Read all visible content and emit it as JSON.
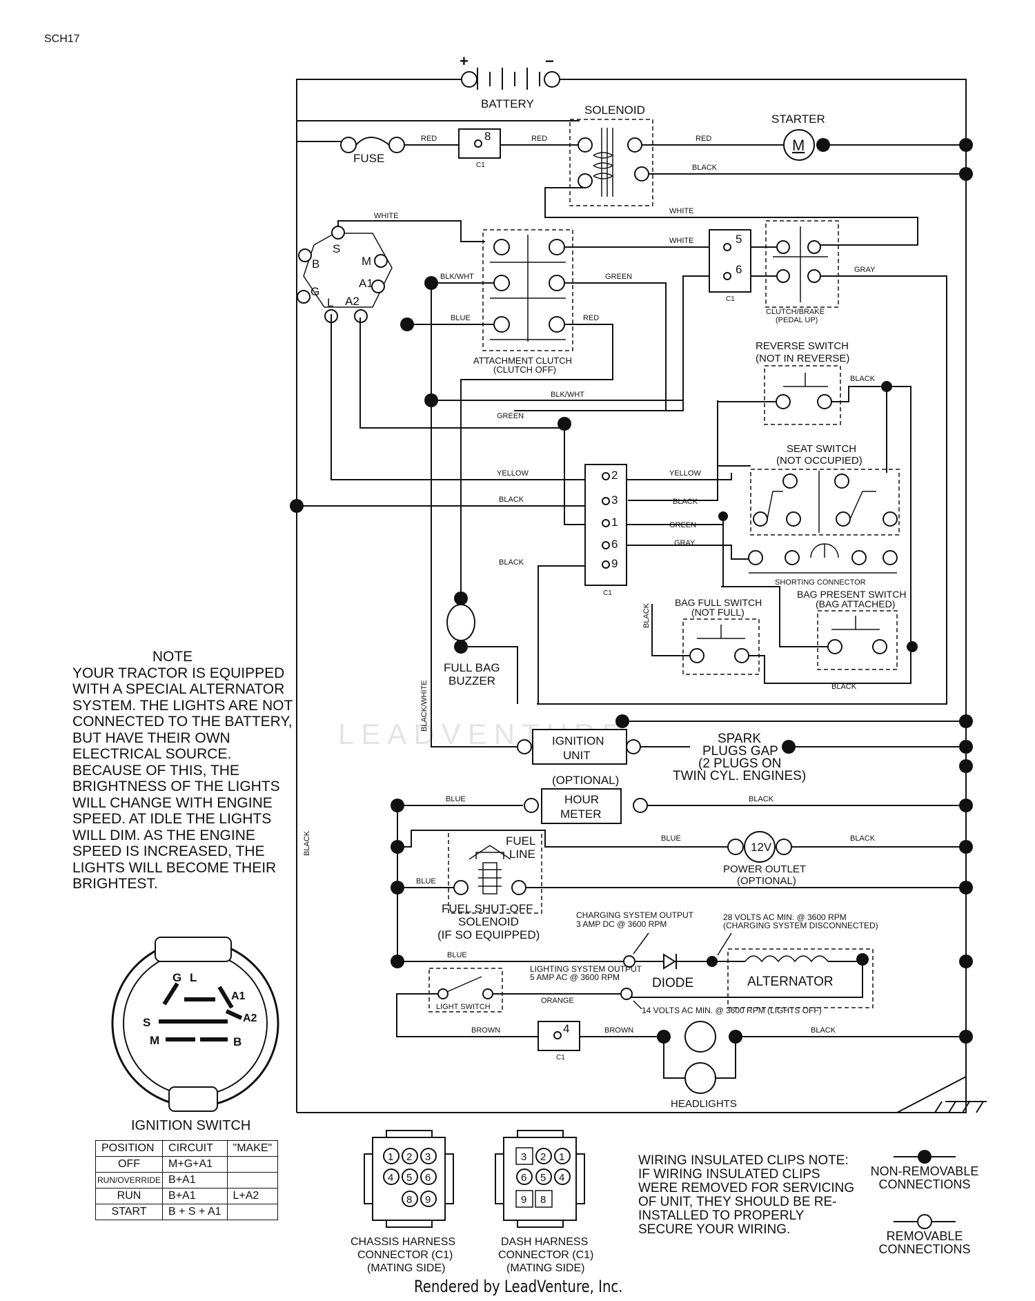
{
  "doc_id": "SCH17",
  "footer": "Rendered by LeadVenture, Inc.",
  "watermark": "LEADVENTURE",
  "components": {
    "battery": "BATTERY",
    "solenoid": "SOLENOID",
    "starter": "STARTER",
    "starter_symbol": "M",
    "fuse": "FUSE",
    "attachment_clutch": [
      "ATTACHMENT CLUTCH",
      "(CLUTCH OFF)"
    ],
    "clutch_brake": [
      "CLUTCH/BRAKE",
      "(PEDAL UP)"
    ],
    "reverse_switch": [
      "REVERSE SWITCH",
      "(NOT IN REVERSE)"
    ],
    "seat_switch": [
      "SEAT SWITCH",
      "(NOT OCCUPIED)"
    ],
    "shorting_connector": "SHORTING CONNECTOR",
    "bag_full_switch": [
      "BAG FULL SWITCH",
      "(NOT FULL)"
    ],
    "bag_present_switch": [
      "BAG PRESENT SWITCH",
      "(BAG ATTACHED)"
    ],
    "full_bag_buzzer": [
      "FULL BAG",
      "BUZZER"
    ],
    "ignition_unit": [
      "IGNITION",
      "UNIT"
    ],
    "spark_plugs": [
      "SPARK",
      "PLUGS GAP",
      "(2 PLUGS ON",
      "TWIN CYL. ENGINES)"
    ],
    "hour_meter": [
      "(OPTIONAL)",
      "HOUR",
      "METER"
    ],
    "fuel_line": [
      "FUEL",
      "LINE"
    ],
    "fuel_shutoff": [
      "FUEL SHUT-OFF",
      "SOLENOID",
      "(IF SO EQUIPPED)"
    ],
    "power_outlet": [
      "POWER OUTLET",
      "(OPTIONAL)"
    ],
    "power_outlet_symbol": "12V",
    "charging_output": [
      "CHARGING SYSTEM OUTPUT",
      "3 AMP DC @ 3600 RPM"
    ],
    "ac_28": [
      "28 VOLTS AC MIN. @ 3600 RPM",
      "(CHARGING SYSTEM DISCONNECTED)"
    ],
    "lighting_output": [
      "LIGHTING SYSTEM OUTPUT",
      "5 AMP AC @ 3600 RPM"
    ],
    "ac_14": "14 VOLTS AC MIN. @ 3600 RPM (LIGHTS OFF)",
    "diode": "DIODE",
    "alternator": "ALTERNATOR",
    "light_switch": "LIGHT SWITCH",
    "headlights": "HEADLIGHTS",
    "connector_c1": "C1"
  },
  "wire_labels": {
    "red": "RED",
    "black": "BLACK",
    "white": "WHITE",
    "green": "GREEN",
    "gray": "GRAY",
    "blue": "BLUE",
    "blkwht": "BLK/WHT",
    "yellow": "YELLOW",
    "orange": "ORANGE",
    "brown": "BROWN",
    "black_white": "BLACK/WHITE"
  },
  "ignition_terminals": [
    "S",
    "M",
    "A1",
    "A2",
    "L",
    "G",
    "B"
  ],
  "c1_pins": [
    "8",
    "5",
    "6",
    "2",
    "3",
    "1",
    "6",
    "9",
    "4"
  ],
  "note": {
    "title": "NOTE",
    "body": "YOUR TRACTOR IS EQUIPPED WITH A SPECIAL ALTERNATOR SYSTEM. THE LIGHTS ARE NOT CONNECTED TO THE BATTERY, BUT HAVE THEIR OWN ELECTRICAL SOURCE. BECAUSE OF THIS, THE BRIGHTNESS OF THE LIGHTS WILL CHANGE WITH ENGINE SPEED. AT IDLE THE LIGHTS WILL DIM. AS THE ENGINE SPEED IS INCREASED, THE LIGHTS WILL BECOME THEIR BRIGHTEST."
  },
  "ignition_switch": {
    "title": "IGNITION SWITCH",
    "face_labels": [
      "G",
      "L",
      "A1",
      "S",
      "A2",
      "M",
      "B"
    ],
    "headers": [
      "POSITION",
      "CIRCUIT",
      "\"MAKE\""
    ],
    "rows": [
      [
        "OFF",
        "M+G+A1",
        ""
      ],
      [
        "RUN/OVERRIDE",
        "B+A1",
        ""
      ],
      [
        "RUN",
        "B+A1",
        "L+A2"
      ],
      [
        "START",
        "B + S + A1",
        ""
      ]
    ]
  },
  "chassis_connector": {
    "label": [
      "CHASSIS HARNESS",
      "CONNECTOR (C1)",
      "(MATING SIDE)"
    ],
    "pins": [
      "1",
      "2",
      "3",
      "4",
      "5",
      "6",
      "8",
      "9"
    ]
  },
  "dash_connector": {
    "label": [
      "DASH HARNESS",
      "CONNECTOR (C1)",
      "(MATING SIDE)"
    ],
    "pins": [
      "3",
      "2",
      "1",
      "6",
      "5",
      "4",
      "9",
      "8"
    ]
  },
  "clips_note": "WIRING INSULATED CLIPS NOTE: IF WIRING INSULATED CLIPS WERE REMOVED FOR SERVICING OF UNIT, THEY SHOULD BE RE-INSTALLED TO PROPERLY SECURE YOUR WIRING.",
  "legend": {
    "non_removable": [
      "NON-REMOVABLE",
      "CONNECTIONS"
    ],
    "removable": [
      "REMOVABLE",
      "CONNECTIONS"
    ]
  }
}
